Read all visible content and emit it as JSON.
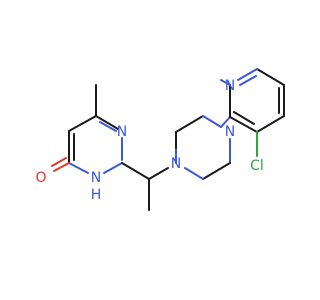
{
  "molecule": {
    "atoms": {
      "o1": {
        "symbol": "O",
        "color": "#e03a2a"
      },
      "nh": {
        "symbol": "N",
        "h": "H",
        "color": "#3a5ad8"
      },
      "n_pyrimidine": {
        "symbol": "N",
        "color": "#3a5ad8"
      },
      "n_piperazine_1": {
        "symbol": "N",
        "color": "#3a5ad8"
      },
      "n_piperazine_2": {
        "symbol": "N",
        "color": "#3a5ad8"
      },
      "n_pyridine": {
        "symbol": "N",
        "color": "#3a5ad8"
      },
      "cl": {
        "symbol": "Cl",
        "color": "#2fa83a"
      }
    },
    "bond_color": "#1a1a1a"
  }
}
